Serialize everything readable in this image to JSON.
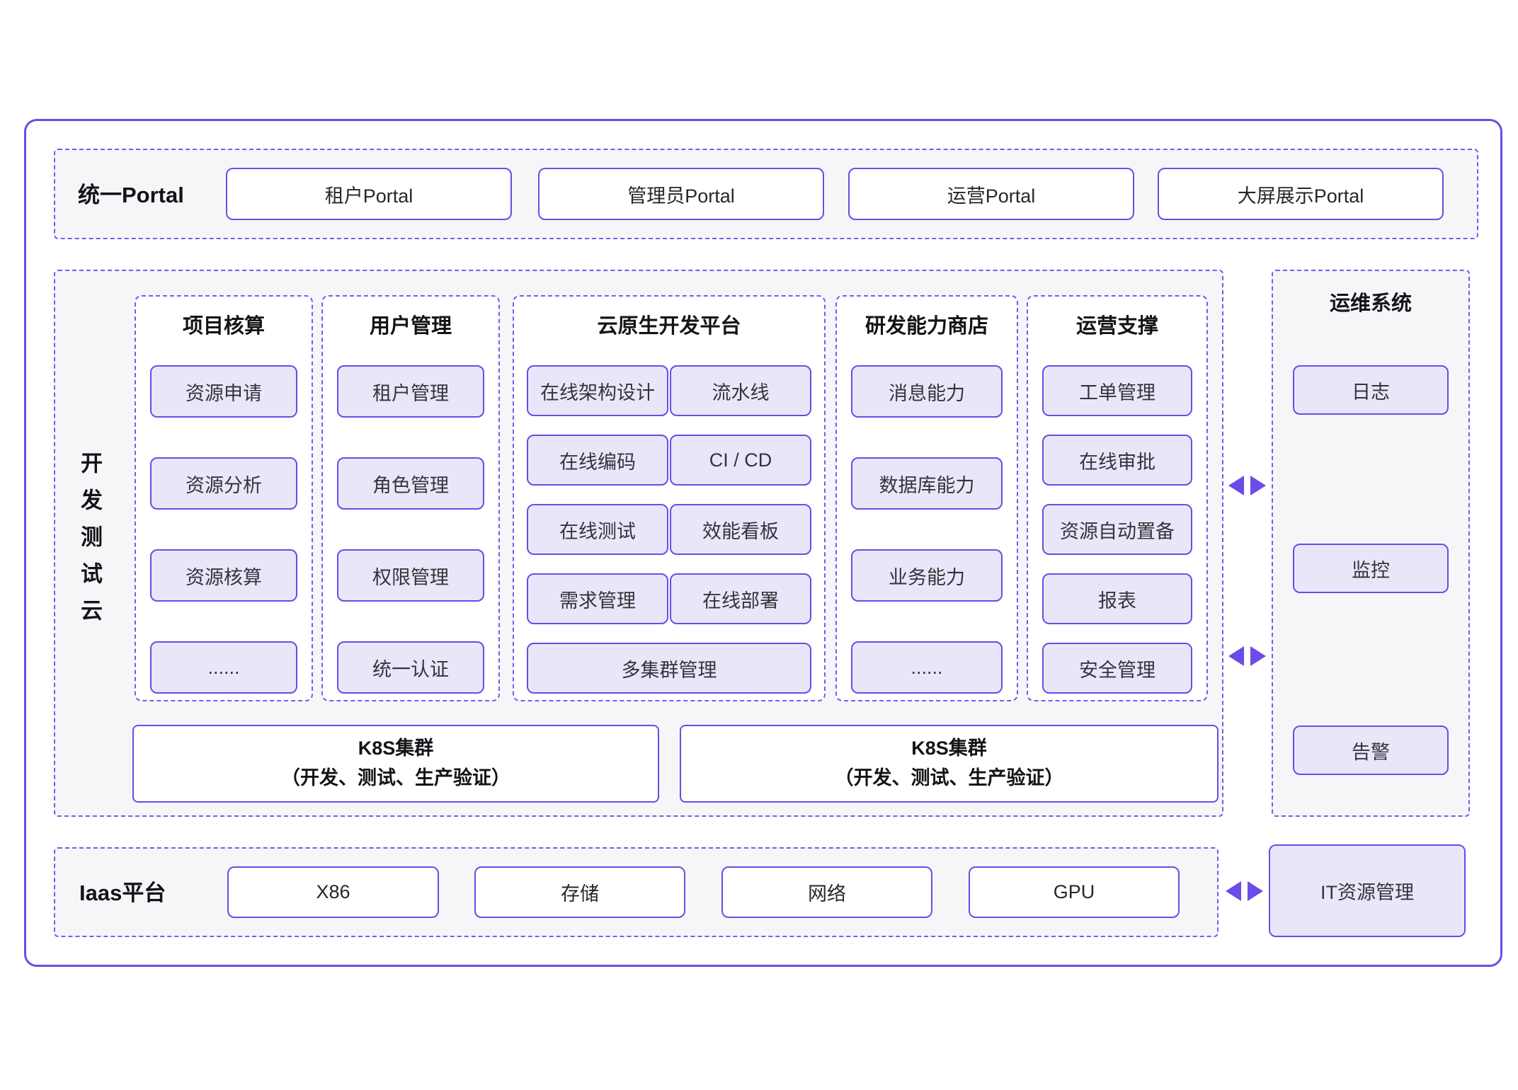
{
  "colors": {
    "accent_solid": "#6C4BE8",
    "accent_dashed": "#7A5AEF",
    "chip_fill": "#EAE6F9",
    "section_fill": "#F5F6F8",
    "text_dark": "#141418"
  },
  "portal": {
    "label": "统一Portal",
    "items": [
      "租户Portal",
      "管理员Portal",
      "运营Portal",
      "大屏展示Portal"
    ]
  },
  "dev_cloud": {
    "label": "开发测试云",
    "project_accounting": {
      "title": "项目核算",
      "items": [
        "资源申请",
        "资源分析",
        "资源核算",
        "......"
      ]
    },
    "user_mgmt": {
      "title": "用户管理",
      "items": [
        "租户管理",
        "角色管理",
        "权限管理",
        "统一认证"
      ]
    },
    "cloud_native": {
      "title": "云原生开发平台",
      "left_items": [
        "在线架构设计",
        "在线编码",
        "在线测试",
        "需求管理"
      ],
      "right_items": [
        "流水线",
        "CI / CD",
        "效能看板",
        "在线部署"
      ],
      "bottom_item": "多集群管理"
    },
    "capability_store": {
      "title": "研发能力商店",
      "items": [
        "消息能力",
        "数据库能力",
        "业务能力",
        "......"
      ]
    },
    "ops_support": {
      "title": "运营支撑",
      "items": [
        "工单管理",
        "在线审批",
        "资源自动置备",
        "报表",
        "安全管理"
      ]
    },
    "k8s": {
      "line1": "K8S集群",
      "line2": "（开发、测试、生产验证）"
    }
  },
  "ops_system": {
    "title": "运维系统",
    "items": [
      "日志",
      "监控",
      "告警"
    ]
  },
  "iaas": {
    "label": "Iaas平台",
    "items": [
      "X86",
      "存储",
      "网络",
      "GPU"
    ]
  },
  "it_resource": {
    "label": "IT资源管理"
  }
}
